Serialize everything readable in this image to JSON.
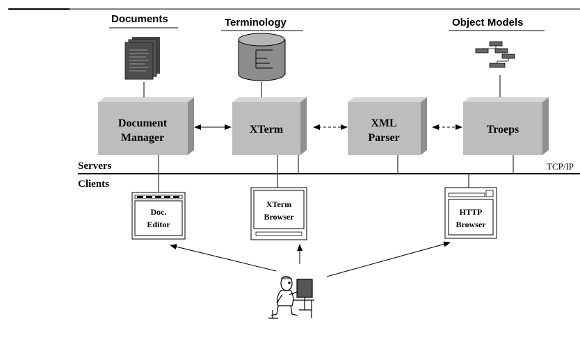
{
  "headers": {
    "documents": "Documents",
    "terminology": "Terminology",
    "object_models": "Object Models"
  },
  "servers": {
    "doc_manager_line1": "Document",
    "doc_manager_line2": "Manager",
    "xterm": "XTerm",
    "xml_parser_line1": "XML",
    "xml_parser_line2": "Parser",
    "troeps": "Troeps"
  },
  "labels": {
    "servers": "Servers",
    "clients": "Clients",
    "tcpip": "TCP/IP"
  },
  "clients": {
    "doc_editor_line1": "Doc.",
    "doc_editor_line2": "Editor",
    "xterm_browser_line1": "XTerm",
    "xterm_browser_line2": "Browser",
    "http_browser_line1": "HTTP",
    "http_browser_line2": "Browser"
  },
  "icons": {
    "documents": "stacked-documents-icon",
    "terminology": "database-cylinder-icon",
    "object_models": "class-hierarchy-icon",
    "user": "person-at-computer-icon"
  }
}
